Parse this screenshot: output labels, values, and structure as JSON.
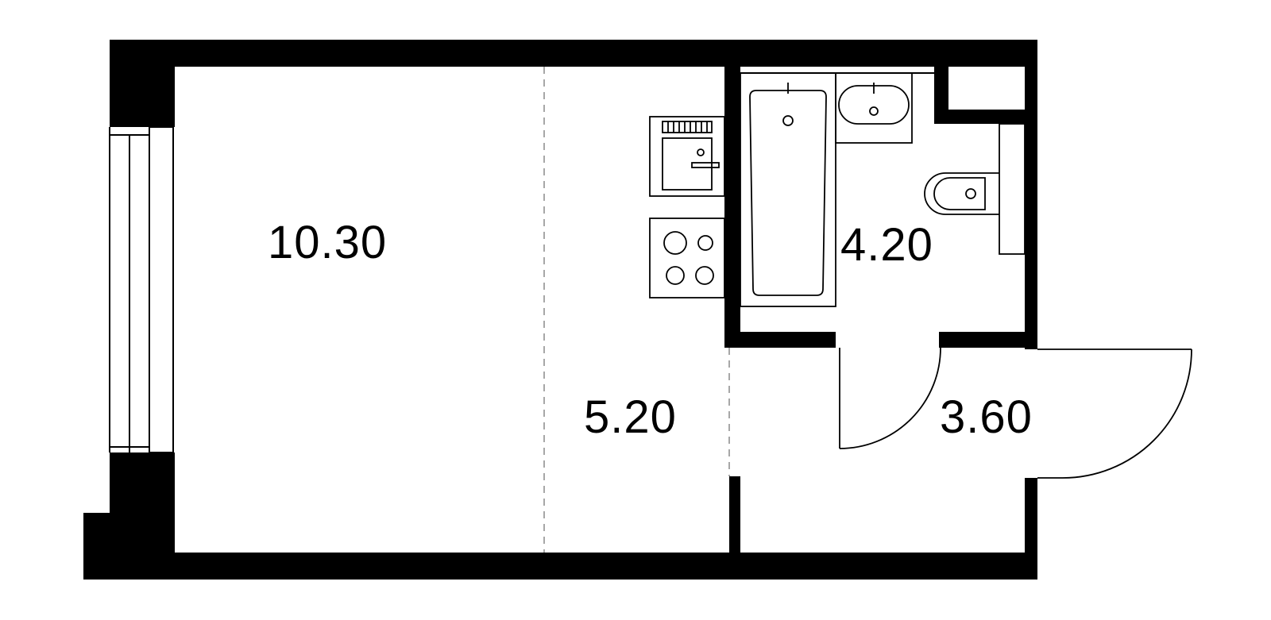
{
  "plan": {
    "colors": {
      "wall": "#000000",
      "background": "#ffffff",
      "line": "#000000",
      "divider": "#999999"
    },
    "rooms": [
      {
        "id": "living",
        "area": "10.30"
      },
      {
        "id": "kitchen",
        "area": "5.20"
      },
      {
        "id": "bathroom",
        "area": "4.20"
      },
      {
        "id": "hallway",
        "area": "3.60"
      }
    ]
  }
}
